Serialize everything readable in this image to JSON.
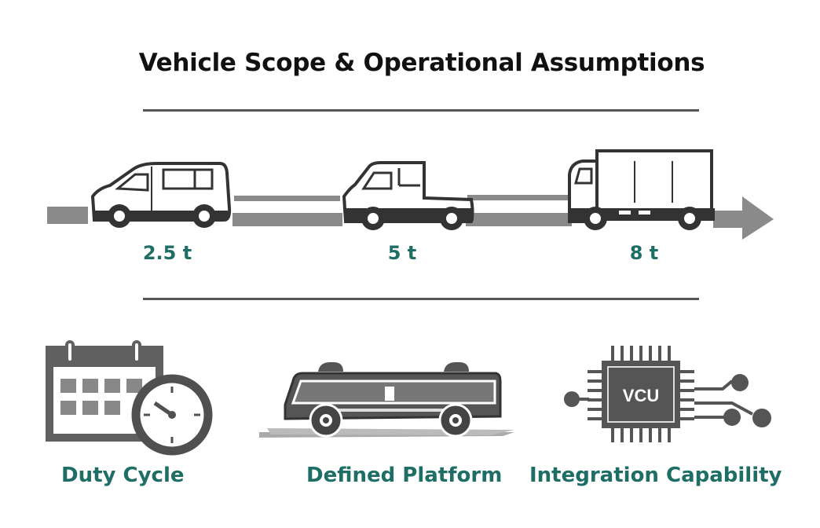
{
  "title": "Vehicle Scope & Operational Assumptions",
  "vehicles": [
    {
      "name": "van",
      "label": "2.5 t"
    },
    {
      "name": "double-cab-flatbed",
      "label": "5 t"
    },
    {
      "name": "box-truck",
      "label": "8 t"
    }
  ],
  "features": [
    {
      "name": "duty-cycle",
      "label": "Duty Cycle"
    },
    {
      "name": "defined-platform",
      "label": "Defined Platform"
    },
    {
      "name": "integration-capability",
      "label": "Integration Capability",
      "chip_text": "VCU"
    }
  ],
  "colors": {
    "accent": "#1e6e66",
    "icon": "#555555",
    "road": "#8a8a8a"
  }
}
